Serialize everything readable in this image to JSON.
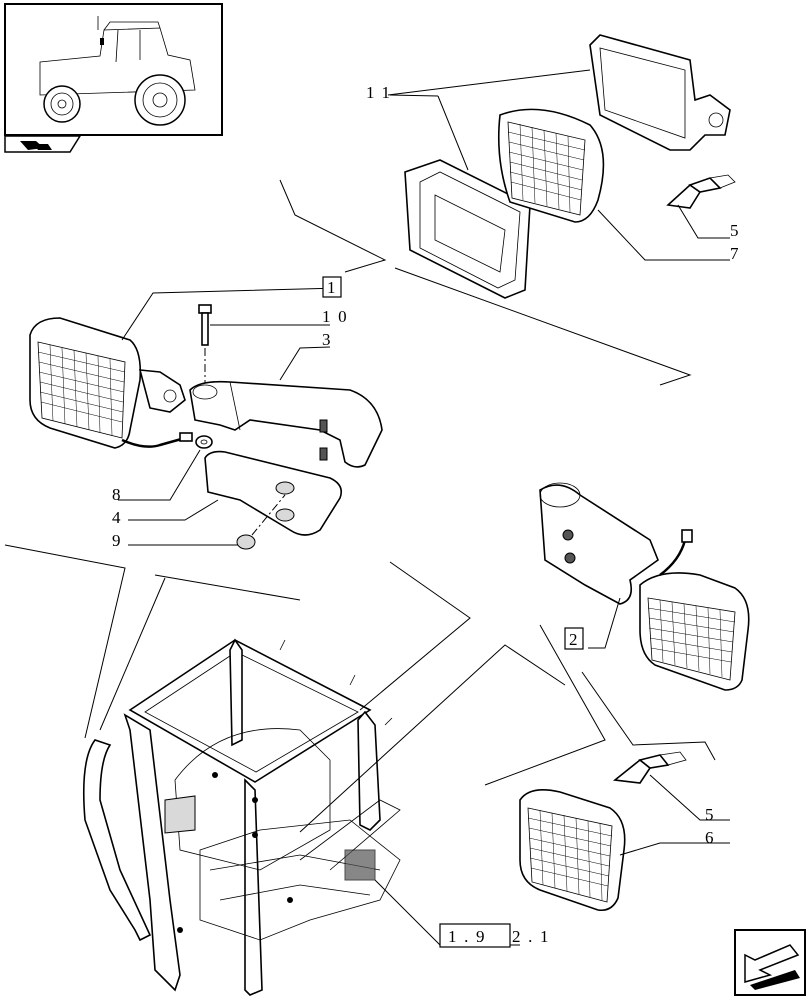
{
  "callouts": {
    "c11": "11",
    "c10": "10",
    "c3": "3",
    "c8": "8",
    "c4": "4",
    "c9": "9",
    "c5a": "5",
    "c7": "7",
    "c5b": "5",
    "c6": "6",
    "box1": "1",
    "box2": "2",
    "ref_boxed": "1.9",
    "ref_tail": "2.1"
  },
  "icons": {
    "thumbnail": "tractor-thumbnail",
    "section_tag": "section-arrow-icon",
    "nav": "next-page-arrow-icon"
  }
}
